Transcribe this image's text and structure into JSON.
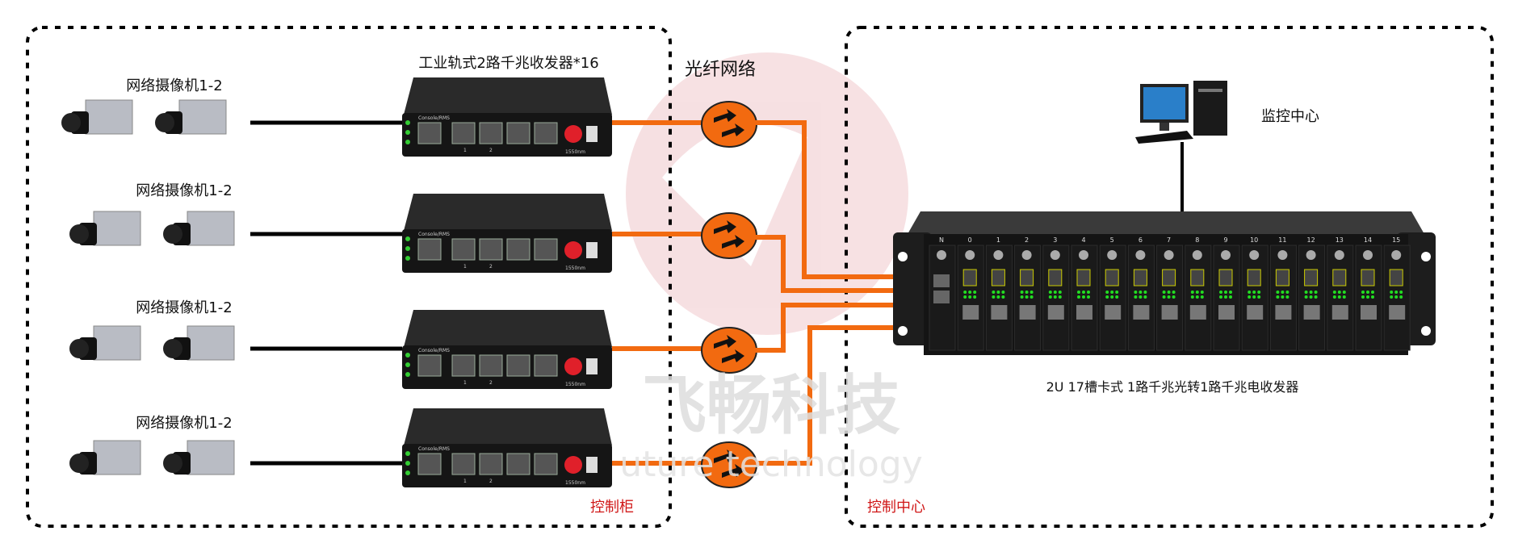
{
  "left_zone": {
    "label": "控制柜",
    "transceiver_title": "工业轨式2路千兆收发器*16",
    "camera_groups": [
      {
        "label": "网络摄像机1-2"
      },
      {
        "label": "网络摄像机1-2"
      },
      {
        "label": "网络摄像机1-2"
      },
      {
        "label": "网络摄像机1-2"
      }
    ]
  },
  "fiber_network": {
    "label": "光纤网络"
  },
  "right_zone": {
    "label": "控制中心",
    "monitor_label": "监控中心",
    "rack_caption": "2U 17槽卡式 1路千兆光转1路千兆电收发器",
    "rack_slots": [
      "N",
      "0",
      "1",
      "2",
      "3",
      "4",
      "5",
      "6",
      "7",
      "8",
      "9",
      "10",
      "11",
      "12",
      "13",
      "14",
      "15"
    ]
  },
  "transceiver_port_labels": {
    "console": "Console/RMS",
    "port1": "1",
    "port2": "2",
    "fiber": "1550nm"
  },
  "watermark": {
    "cn": "飞畅科技",
    "en": "uture technology"
  },
  "colors": {
    "fiber": "#f26a10",
    "cable": "#000000",
    "zone_label": "#d01818",
    "device": "#1c1c1c"
  }
}
